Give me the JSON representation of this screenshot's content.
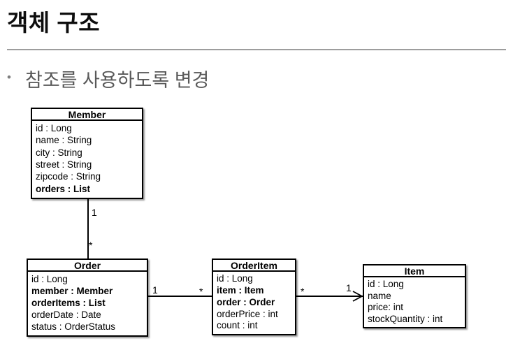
{
  "slide": {
    "title": "객체 구조",
    "bullet_marker": "•",
    "bullet_text": "참조를 사용하도록 변경"
  },
  "colors": {
    "background": "#ffffff",
    "title_text": "#0d0d0d",
    "bullet_text": "#595959",
    "divider": "#9d9d9d",
    "box_border": "#000000",
    "box_fill": "#ffffff"
  },
  "diagram": {
    "classes": [
      {
        "name": "Member",
        "attributes": [
          {
            "text": "id : Long",
            "bold": false
          },
          {
            "text": "name : String",
            "bold": false
          },
          {
            "text": "city : String",
            "bold": false
          },
          {
            "text": "street : String",
            "bold": false
          },
          {
            "text": "zipcode : String",
            "bold": false
          },
          {
            "text": "orders : List",
            "bold": true
          }
        ]
      },
      {
        "name": "Order",
        "attributes": [
          {
            "text": "id : Long",
            "bold": false
          },
          {
            "text": "member : Member",
            "bold": true
          },
          {
            "text": "orderItems : List",
            "bold": true
          },
          {
            "text": "orderDate : Date",
            "bold": false
          },
          {
            "text": "status : OrderStatus",
            "bold": false
          }
        ]
      },
      {
        "name": "OrderItem",
        "attributes": [
          {
            "text": "id : Long",
            "bold": false
          },
          {
            "text": "item : Item",
            "bold": true
          },
          {
            "text": "order : Order",
            "bold": true
          },
          {
            "text": "orderPrice : int",
            "bold": false
          },
          {
            "text": "count : int",
            "bold": false
          }
        ]
      },
      {
        "name": "Item",
        "attributes": [
          {
            "text": "id : Long",
            "bold": false
          },
          {
            "text": "name",
            "bold": false
          },
          {
            "text": "price: int",
            "bold": false
          },
          {
            "text": "stockQuantity : int",
            "bold": false
          }
        ]
      }
    ],
    "associations": [
      {
        "from": "Member",
        "to": "Order",
        "from_label": "1",
        "to_label": "*",
        "arrow": false
      },
      {
        "from": "Order",
        "to": "OrderItem",
        "from_label": "1",
        "to_label": "*",
        "arrow": false
      },
      {
        "from": "OrderItem",
        "to": "Item",
        "from_label": "*",
        "to_label": "1",
        "arrow": true
      }
    ]
  }
}
